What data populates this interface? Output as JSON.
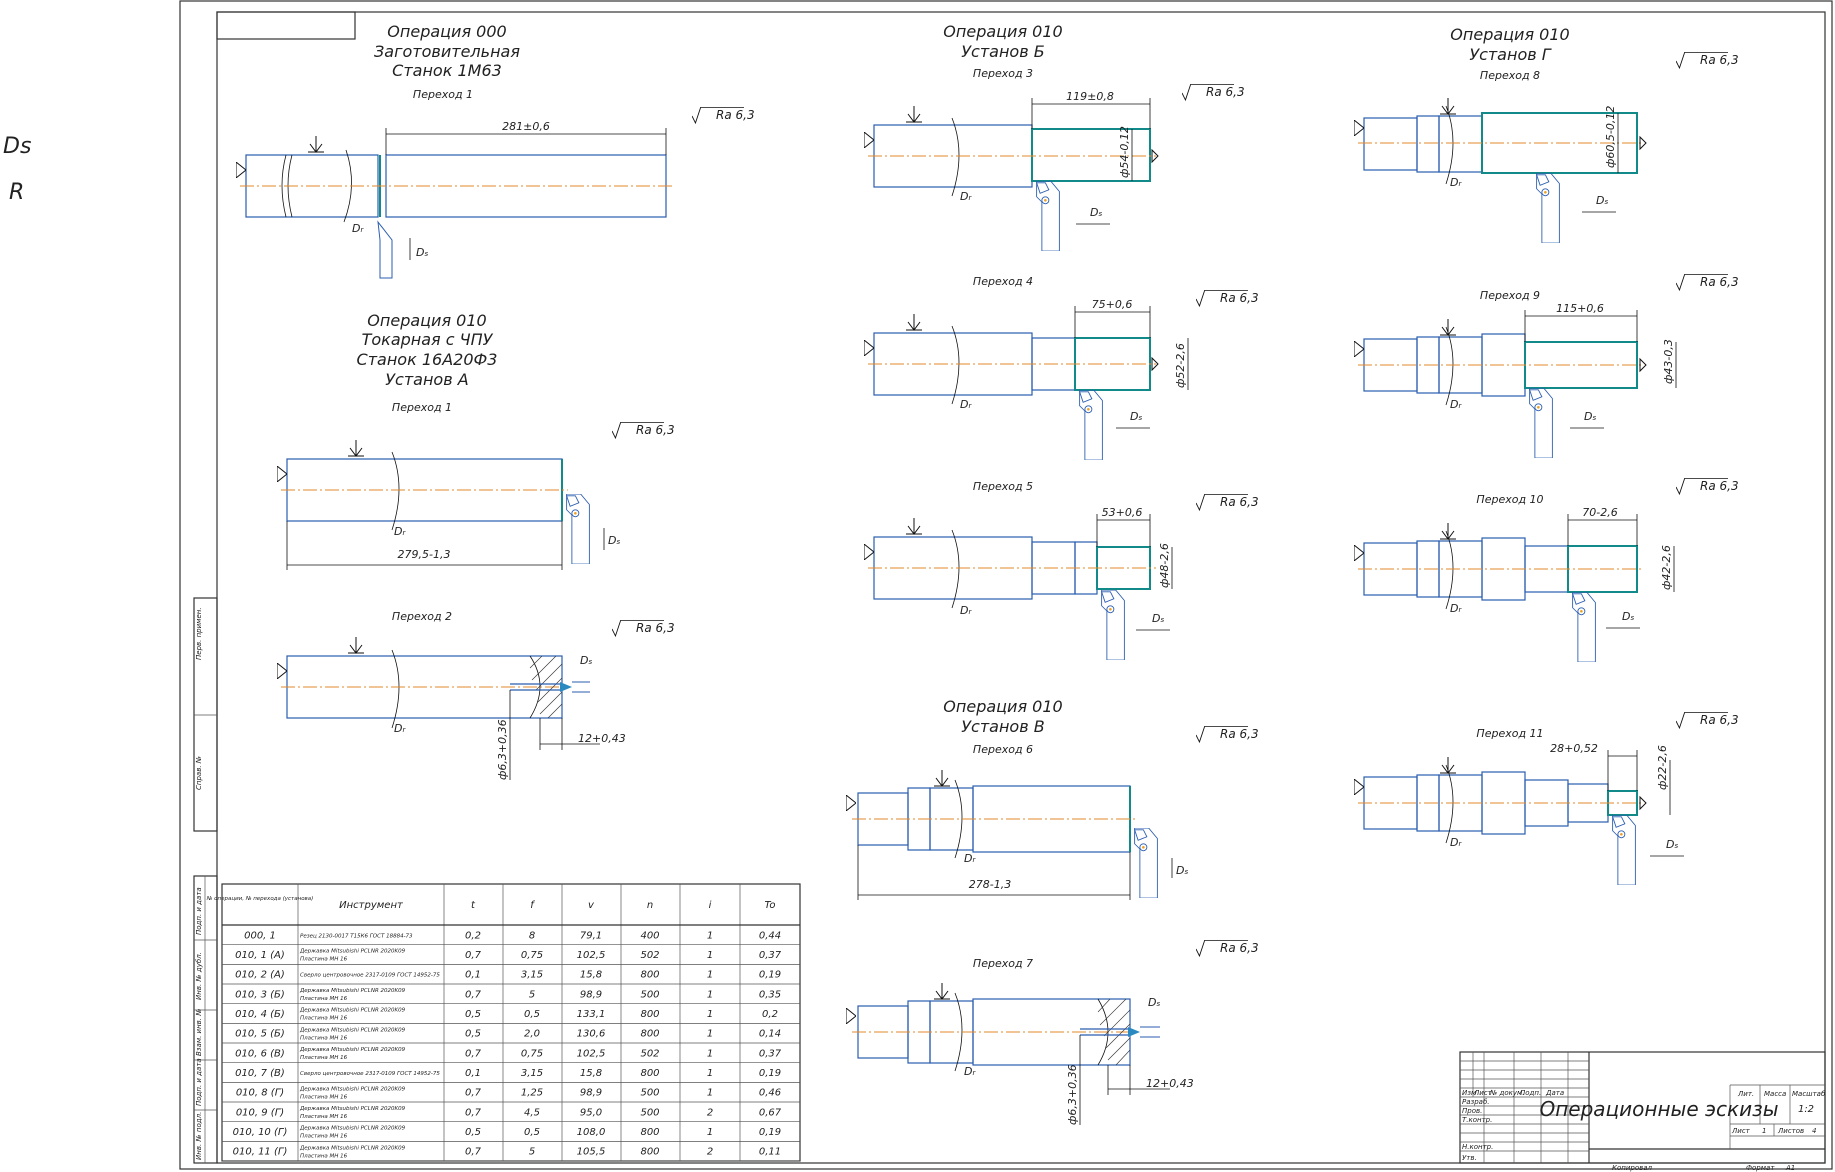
{
  "side_labels": [
    "Ds",
    "R"
  ],
  "stamp": {
    "ra": "Ra 6,3"
  },
  "ops": {
    "op000": {
      "title": "Операция 000",
      "type": "Заготовительная",
      "machine": "Станок 1М63",
      "step": "Переход 1",
      "dim": "281±0,6"
    },
    "op010a": {
      "title": "Операция 010",
      "type": "Токарная с ЧПУ",
      "machine": "Станок 16А20Ф3",
      "setup": "Установ А",
      "step1": "Переход 1",
      "dim1": "279,5-1,3",
      "step2": "Переход 2",
      "dim2a": "12+0,43",
      "dim2b": "ф6,3+0,36"
    },
    "op010b": {
      "title": "Операция 010",
      "setup": "Установ Б",
      "step3": "Переход 3",
      "dim3a": "119±0,8",
      "dim3b": "ф54-0,12",
      "step4": "Переход 4",
      "dim4a": "75+0,6",
      "dim4b": "ф52-2,6",
      "step5": "Переход 5",
      "dim5a": "53+0,6",
      "dim5b": "ф48-2,6"
    },
    "op010v": {
      "title": "Операция 010",
      "setup": "Установ В",
      "step6": "Переход 6",
      "dim6": "278-1,3",
      "step7": "Переход 7",
      "dim7a": "12+0,43",
      "dim7b": "ф6,3+0,36"
    },
    "op010g": {
      "title": "Операция 010",
      "setup": "Установ Г",
      "step8": "Переход 8",
      "dim8": "ф60,5-0,12",
      "step9": "Переход 9",
      "dim9a": "115+0,6",
      "dim9b": "ф43-0,3",
      "step10": "Переход 10",
      "dim10a": "70-2,6",
      "dim10b": "ф42-2,6",
      "step11": "Переход 11",
      "dim11a": "28+0,52",
      "dim11b": "ф22-2,6"
    }
  },
  "table": {
    "headers": [
      "№ операции, № перехода (установа)",
      "Инструмент",
      "t",
      "f",
      "v",
      "n",
      "i",
      "To"
    ],
    "rows": [
      {
        "op": "000, 1",
        "tool": [
          "Резец 2130-0017 Т15К6 ГОСТ 18884-73"
        ],
        "t": "0,2",
        "f": "8",
        "v": "79,1",
        "n": "400",
        "i": "1",
        "to": "0,44"
      },
      {
        "op": "010, 1 (А)",
        "tool": [
          "Державка Mitsubishi PCLNR 2020K09",
          "Пластина МН 16"
        ],
        "t": "0,7",
        "f": "0,75",
        "v": "102,5",
        "n": "502",
        "i": "1",
        "to": "0,37"
      },
      {
        "op": "010, 2 (А)",
        "tool": [
          "Сверло центровочное 2317-0109 ГОСТ 14952-75"
        ],
        "t": "0,1",
        "f": "3,15",
        "v": "15,8",
        "n": "800",
        "i": "1",
        "to": "0,19"
      },
      {
        "op": "010, 3 (Б)",
        "tool": [
          "Державка Mitsubishi PCLNR 2020K09",
          "Пластина МН 16"
        ],
        "t": "0,7",
        "f": "5",
        "v": "98,9",
        "n": "500",
        "i": "1",
        "to": "0,35"
      },
      {
        "op": "010, 4 (Б)",
        "tool": [
          "Державка Mitsubishi PCLNR 2020K09",
          "Пластина МН 16"
        ],
        "t": "0,5",
        "f": "0,5",
        "v": "133,1",
        "n": "800",
        "i": "1",
        "to": "0,2"
      },
      {
        "op": "010, 5 (Б)",
        "tool": [
          "Державка Mitsubishi PCLNR 2020K09",
          "Пластина МН 16"
        ],
        "t": "0,5",
        "f": "2,0",
        "v": "130,6",
        "n": "800",
        "i": "1",
        "to": "0,14"
      },
      {
        "op": "010, 6 (В)",
        "tool": [
          "Державка Mitsubishi PCLNR 2020K09",
          "Пластина МН 16"
        ],
        "t": "0,7",
        "f": "0,75",
        "v": "102,5",
        "n": "502",
        "i": "1",
        "to": "0,37"
      },
      {
        "op": "010, 7 (В)",
        "tool": [
          "Сверло центровочное 2317-0109 ГОСТ 14952-75"
        ],
        "t": "0,1",
        "f": "3,15",
        "v": "15,8",
        "n": "800",
        "i": "1",
        "to": "0,19"
      },
      {
        "op": "010, 8 (Г)",
        "tool": [
          "Державка Mitsubishi PCLNR 2020K09",
          "Пластина МН 16"
        ],
        "t": "0,7",
        "f": "1,25",
        "v": "98,9",
        "n": "500",
        "i": "1",
        "to": "0,46"
      },
      {
        "op": "010, 9 (Г)",
        "tool": [
          "Державка Mitsubishi PCLNR 2020K09",
          "Пластина МН 16"
        ],
        "t": "0,7",
        "f": "4,5",
        "v": "95,0",
        "n": "500",
        "i": "2",
        "to": "0,67"
      },
      {
        "op": "010, 10 (Г)",
        "tool": [
          "Державка Mitsubishi PCLNR 2020K09",
          "Пластина МН 16"
        ],
        "t": "0,5",
        "f": "0,5",
        "v": "108,0",
        "n": "800",
        "i": "1",
        "to": "0,19"
      },
      {
        "op": "010, 11 (Г)",
        "tool": [
          "Державка Mitsubishi PCLNR 2020K09",
          "Пластина МН 16"
        ],
        "t": "0,7",
        "f": "5",
        "v": "105,5",
        "n": "800",
        "i": "2",
        "to": "0,11"
      }
    ]
  },
  "title_block": {
    "title": "Операционные эскизы",
    "col_headers": [
      "Изм",
      "Лист",
      "№ докум.",
      "Подп.",
      "Дата"
    ],
    "roles": [
      "Разраб.",
      "Пров.",
      "Т.контр.",
      "Н.контр.",
      "Утв."
    ],
    "lit": "Лит.",
    "mass": "Масса",
    "scale": "Масштаб",
    "scale_val": "1:2",
    "sheet": "Лист",
    "sheet_val": "1",
    "sheets": "Листов",
    "sheets_val": "4",
    "copied": "Копировал",
    "format": "Формат",
    "format_val": "А1"
  },
  "margin_labels": [
    "Перв. примен.",
    "Справ. №",
    "Подп. и дата",
    "Инв. № дубл.",
    "Взам. инв. №",
    "Подп. и дата",
    "Инв. № подл."
  ]
}
